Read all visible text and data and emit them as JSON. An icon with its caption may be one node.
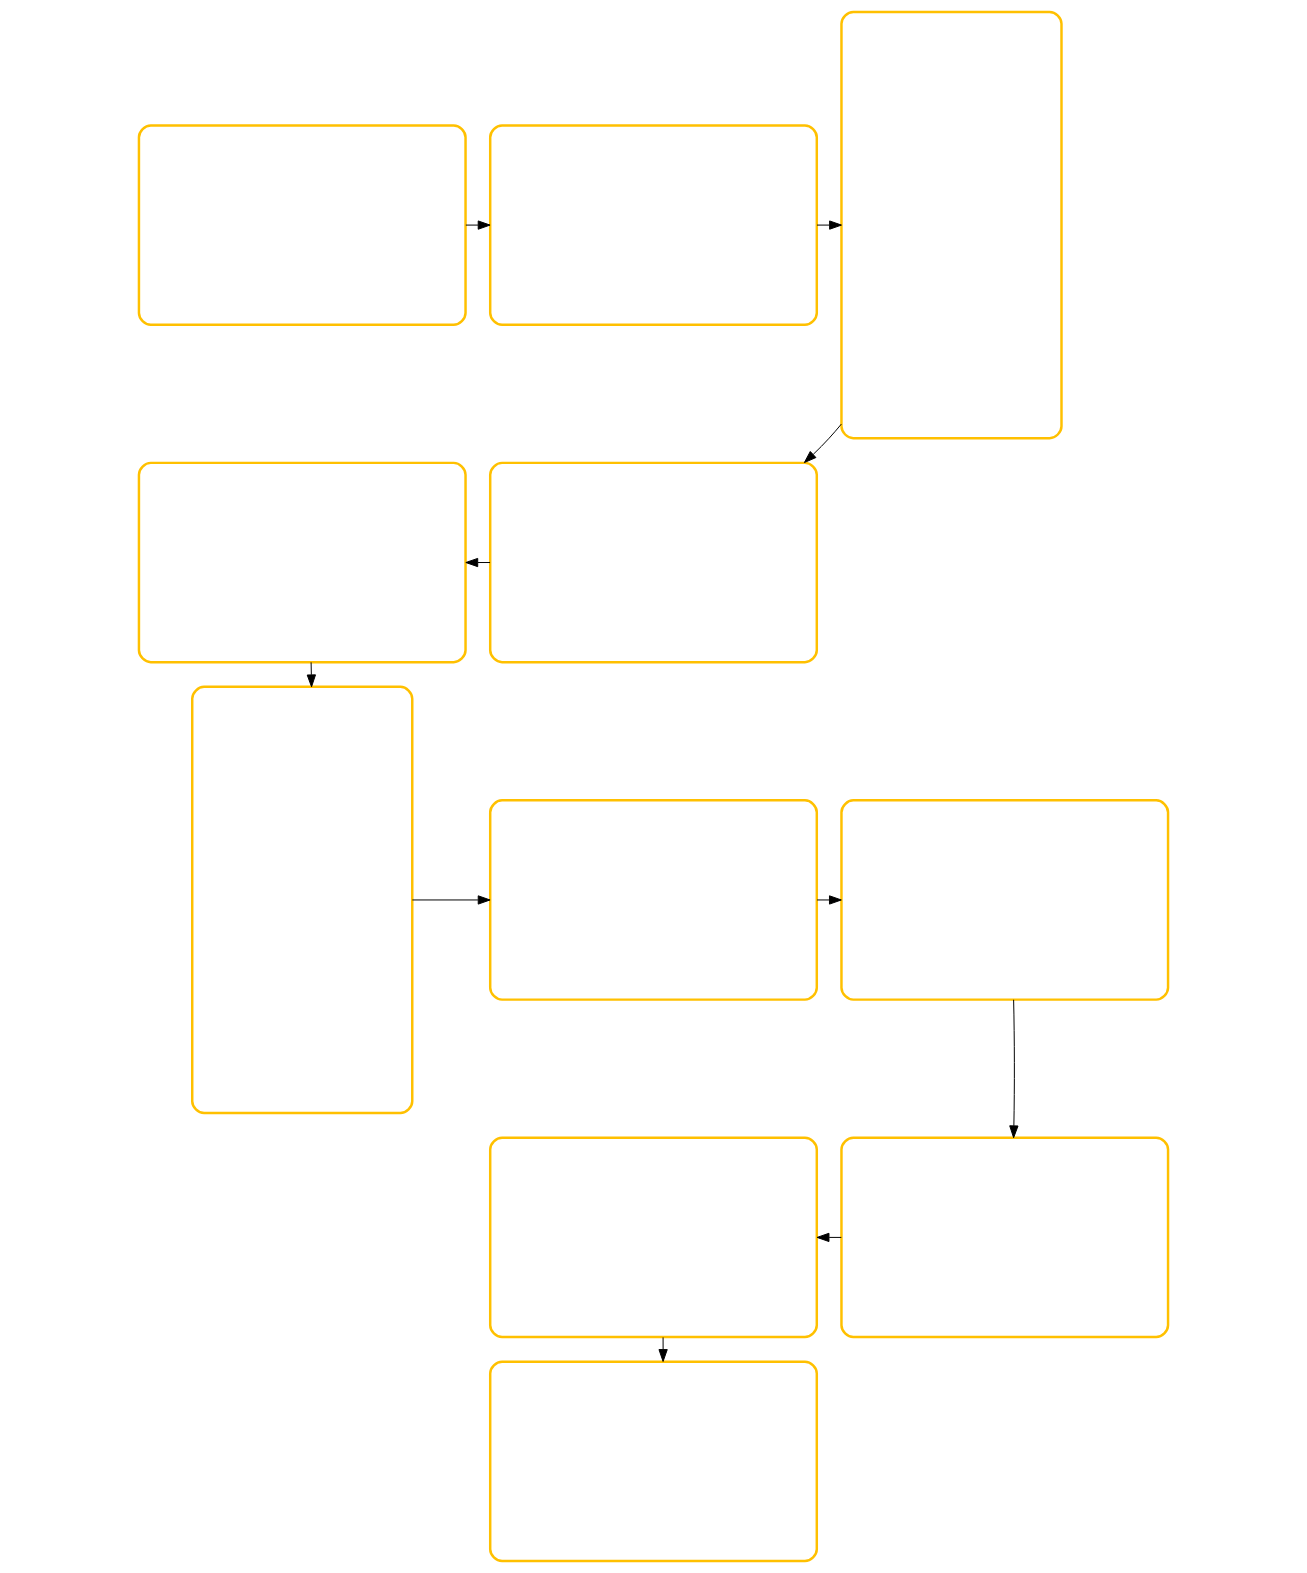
{
  "diagram": {
    "nodes": [
      {
        "text": [],
        "shape": "box"
      },
      {
        "text": [],
        "shape": "box"
      },
      {
        "text": [],
        "shape": "box"
      },
      {
        "text": [],
        "shape": "box"
      },
      {
        "text": [],
        "shape": "box"
      },
      {
        "text": [],
        "shape": "box"
      },
      {
        "text": [],
        "shape": "box"
      },
      {
        "text": [],
        "shape": "box"
      },
      {
        "text": [],
        "shape": "box"
      },
      {
        "text": [],
        "shape": "box"
      },
      {
        "text": [],
        "shape": "box"
      }
    ],
    "edges": [
      {
        "from": 0,
        "to": 1,
        "arrow": "to"
      },
      {
        "from": 1,
        "to": 2,
        "arrow": "to"
      },
      {
        "from": 2,
        "to": 4,
        "arrow": "to"
      },
      {
        "from": 4,
        "to": 3,
        "arrow": "to"
      },
      {
        "from": 3,
        "to": 5,
        "arrow": "to"
      },
      {
        "from": 5,
        "to": 6,
        "arrow": "to"
      },
      {
        "from": 6,
        "to": 7,
        "arrow": "to"
      },
      {
        "from": 7,
        "to": 9,
        "arrow": "to"
      },
      {
        "from": 9,
        "to": 8,
        "arrow": "to"
      },
      {
        "from": 8,
        "to": 10,
        "arrow": "to"
      }
    ]
  }
}
